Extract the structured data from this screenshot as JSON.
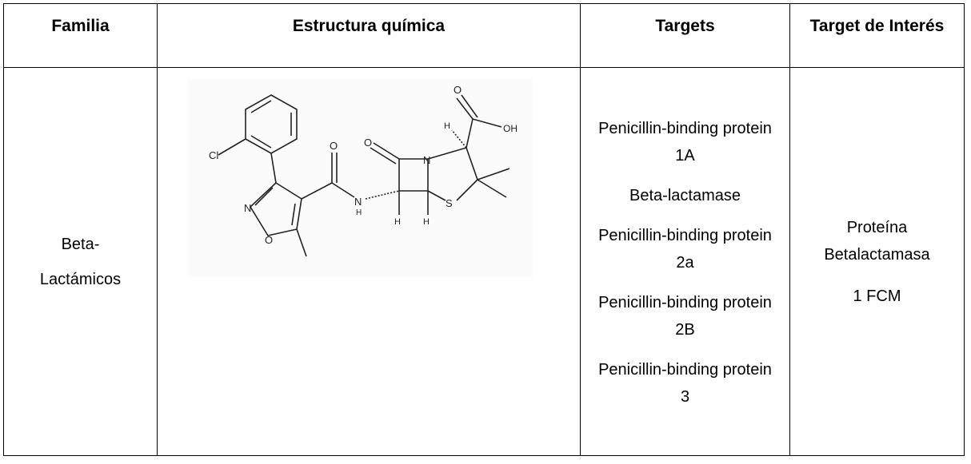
{
  "headers": {
    "familia": "Familia",
    "estructura": "Estructura química",
    "targets": "Targets",
    "target_interes": "Target de Interés"
  },
  "row": {
    "familia_line1": "Beta-",
    "familia_line2": "Lactámicos",
    "structure_atoms": {
      "cl": "Cl",
      "n_isox": "N",
      "o_isox": "O",
      "o_amide": "O",
      "nh": "N",
      "h_nh": "H",
      "o_lactam": "O",
      "n_ring": "N",
      "s": "S",
      "h1": "H",
      "h2": "H",
      "h_top": "H",
      "o_acid": "O",
      "oh": "OH"
    },
    "targets": [
      "Penicillin-binding protein 1A",
      "Beta-lactamase",
      "Penicillin-binding protein 2a",
      "Penicillin-binding protein 2B",
      "Penicillin-binding protein 3"
    ],
    "interes_line1": "Proteína",
    "interes_line2": "Betalactamasa",
    "interes_line3": "1 FCM"
  }
}
